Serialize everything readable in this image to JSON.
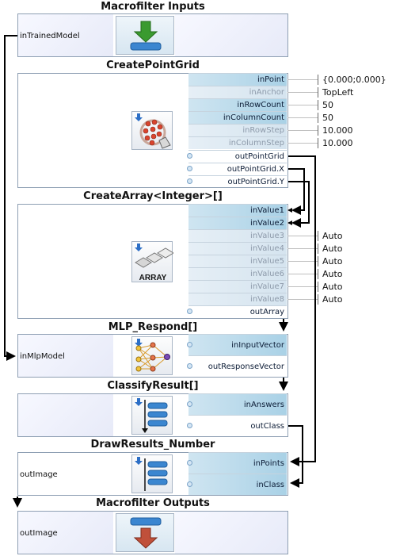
{
  "inputs": {
    "title": "Macrofilter Inputs",
    "port": "inTrainedModel"
  },
  "create_point_grid": {
    "title": "CreatePointGrid",
    "ports": [
      {
        "label": "inPoint",
        "value": "{0.000;0.000}",
        "active": true
      },
      {
        "label": "inAnchor",
        "value": "TopLeft",
        "active": false
      },
      {
        "label": "inRowCount",
        "value": "50",
        "active": true
      },
      {
        "label": "inColumnCount",
        "value": "50",
        "active": true
      },
      {
        "label": "inRowStep",
        "value": "10.000",
        "active": false
      },
      {
        "label": "inColumnStep",
        "value": "10.000",
        "active": false
      }
    ],
    "outputs": [
      "outPointGrid",
      "outPointGrid.X",
      "outPointGrid.Y"
    ]
  },
  "create_array": {
    "title": "CreateArray<Integer>[]",
    "icon_text": "ARRAY",
    "ports": [
      {
        "label": "inValue1",
        "value": "",
        "active": true
      },
      {
        "label": "inValue2",
        "value": "",
        "active": true
      },
      {
        "label": "inValue3",
        "value": "Auto",
        "active": false
      },
      {
        "label": "inValue4",
        "value": "Auto",
        "active": false
      },
      {
        "label": "inValue5",
        "value": "Auto",
        "active": false
      },
      {
        "label": "inValue6",
        "value": "Auto",
        "active": false
      },
      {
        "label": "inValue7",
        "value": "Auto",
        "active": false
      },
      {
        "label": "inValue8",
        "value": "Auto",
        "active": false
      }
    ],
    "output": "outArray"
  },
  "mlp_respond": {
    "title": "MLP_Respond[]",
    "left_port": "inMlpModel",
    "input": "inInputVector",
    "output": "outResponseVector"
  },
  "classify_result": {
    "title": "ClassifyResult[]",
    "input": "inAnswers",
    "output": "outClass"
  },
  "draw_results": {
    "title": "DrawResults_Number",
    "left_port": "outImage",
    "inputs": [
      "inPoints",
      "inClass"
    ]
  },
  "outputs": {
    "title": "Macrofilter Outputs",
    "port": "outImage"
  },
  "colors": {
    "active_port": "#a9d1e6",
    "inactive_text": "#8d9aaa",
    "border": "#8e9fb3"
  }
}
